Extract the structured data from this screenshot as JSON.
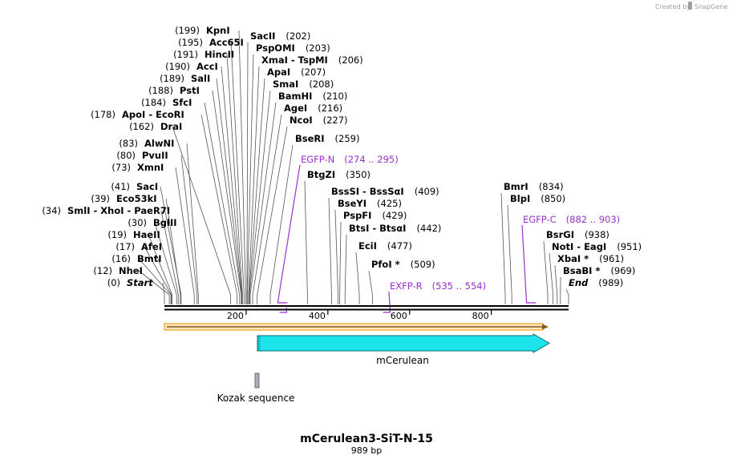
{
  "credit": {
    "text": "Created by",
    "brand": "SnapGene"
  },
  "title": "mCerulean3-SiT-N-15",
  "length_label": "989 bp",
  "colors": {
    "primer": "#9a2fcf",
    "feature_arrow": "#1de3ea",
    "orf": "#f7a21b",
    "kozak": "#a9b0bb"
  },
  "left_sites": [
    {
      "pos": "(0)",
      "names": [
        "Start"
      ],
      "italic": true
    },
    {
      "pos": "(12)",
      "names": [
        "NheI"
      ]
    },
    {
      "pos": "(16)",
      "names": [
        "BmtI"
      ]
    },
    {
      "pos": "(17)",
      "names": [
        "AfeI"
      ]
    },
    {
      "pos": "(19)",
      "names": [
        "HaeII"
      ]
    },
    {
      "pos": "(30)",
      "names": [
        "BglII"
      ]
    },
    {
      "pos": "(34)",
      "names": [
        "SmlI",
        "XhoI",
        "PaeR7I"
      ]
    },
    {
      "pos": "(39)",
      "names": [
        "Eco53kI"
      ]
    },
    {
      "pos": "(41)",
      "names": [
        "SacI"
      ]
    },
    {
      "pos": "(73)",
      "names": [
        "XmnI"
      ]
    },
    {
      "pos": "(80)",
      "names": [
        "PvuII"
      ]
    },
    {
      "pos": "(83)",
      "names": [
        "AlwNI"
      ]
    },
    {
      "pos": "(162)",
      "names": [
        "DraI"
      ]
    },
    {
      "pos": "(178)",
      "names": [
        "ApoI",
        "EcoRI"
      ]
    },
    {
      "pos": "(184)",
      "names": [
        "SfcI"
      ]
    },
    {
      "pos": "(188)",
      "names": [
        "PstI"
      ]
    },
    {
      "pos": "(189)",
      "names": [
        "SalI"
      ]
    },
    {
      "pos": "(190)",
      "names": [
        "AccI"
      ]
    },
    {
      "pos": "(191)",
      "names": [
        "HincII"
      ]
    },
    {
      "pos": "(195)",
      "names": [
        "Acc65I"
      ]
    },
    {
      "pos": "(199)",
      "names": [
        "KpnI"
      ]
    }
  ],
  "right_sites": [
    {
      "pos": "(202)",
      "names": [
        "SacII"
      ]
    },
    {
      "pos": "(203)",
      "names": [
        "PspOMI"
      ]
    },
    {
      "pos": "(206)",
      "names": [
        "XmaI",
        "TspMI"
      ]
    },
    {
      "pos": "(207)",
      "names": [
        "ApaI"
      ]
    },
    {
      "pos": "(208)",
      "names": [
        "SmaI"
      ]
    },
    {
      "pos": "(210)",
      "names": [
        "BamHI"
      ]
    },
    {
      "pos": "(216)",
      "names": [
        "AgeI"
      ]
    },
    {
      "pos": "(227)",
      "names": [
        "NcoI"
      ]
    },
    {
      "pos": "(259)",
      "names": [
        "BseRI"
      ]
    },
    {
      "pos": "(350)",
      "names": [
        "BtgZI"
      ]
    },
    {
      "pos": "(409)",
      "names": [
        "BssSI",
        "BssSαI"
      ]
    },
    {
      "pos": "(425)",
      "names": [
        "BseYI"
      ]
    },
    {
      "pos": "(429)",
      "names": [
        "PspFI"
      ]
    },
    {
      "pos": "(442)",
      "names": [
        "BtsI",
        "BtsαI"
      ]
    },
    {
      "pos": "(477)",
      "names": [
        "EciI"
      ]
    },
    {
      "pos": "(509)",
      "names": [
        "PfoI *"
      ]
    },
    {
      "pos": "(834)",
      "names": [
        "BmrI"
      ]
    },
    {
      "pos": "(850)",
      "names": [
        "BlpI"
      ]
    },
    {
      "pos": "(938)",
      "names": [
        "BsrGI"
      ]
    },
    {
      "pos": "(951)",
      "names": [
        "NotI",
        "EagI"
      ]
    },
    {
      "pos": "(961)",
      "names": [
        "XbaI *"
      ]
    },
    {
      "pos": "(969)",
      "names": [
        "BsaBI *"
      ]
    },
    {
      "pos": "(989)",
      "names": [
        "End"
      ],
      "italic": true
    }
  ],
  "primers": [
    {
      "name": "EGFP-N",
      "range": "(274 .. 295)"
    },
    {
      "name": "EXFP-R",
      "range": "(535 .. 554)"
    },
    {
      "name": "EGFP-C",
      "range": "(882 .. 903)"
    }
  ],
  "ruler": {
    "ticks": [
      "200",
      "400",
      "600",
      "800"
    ]
  },
  "features": [
    {
      "name": "mCerulean"
    },
    {
      "name": "Kozak sequence"
    }
  ]
}
